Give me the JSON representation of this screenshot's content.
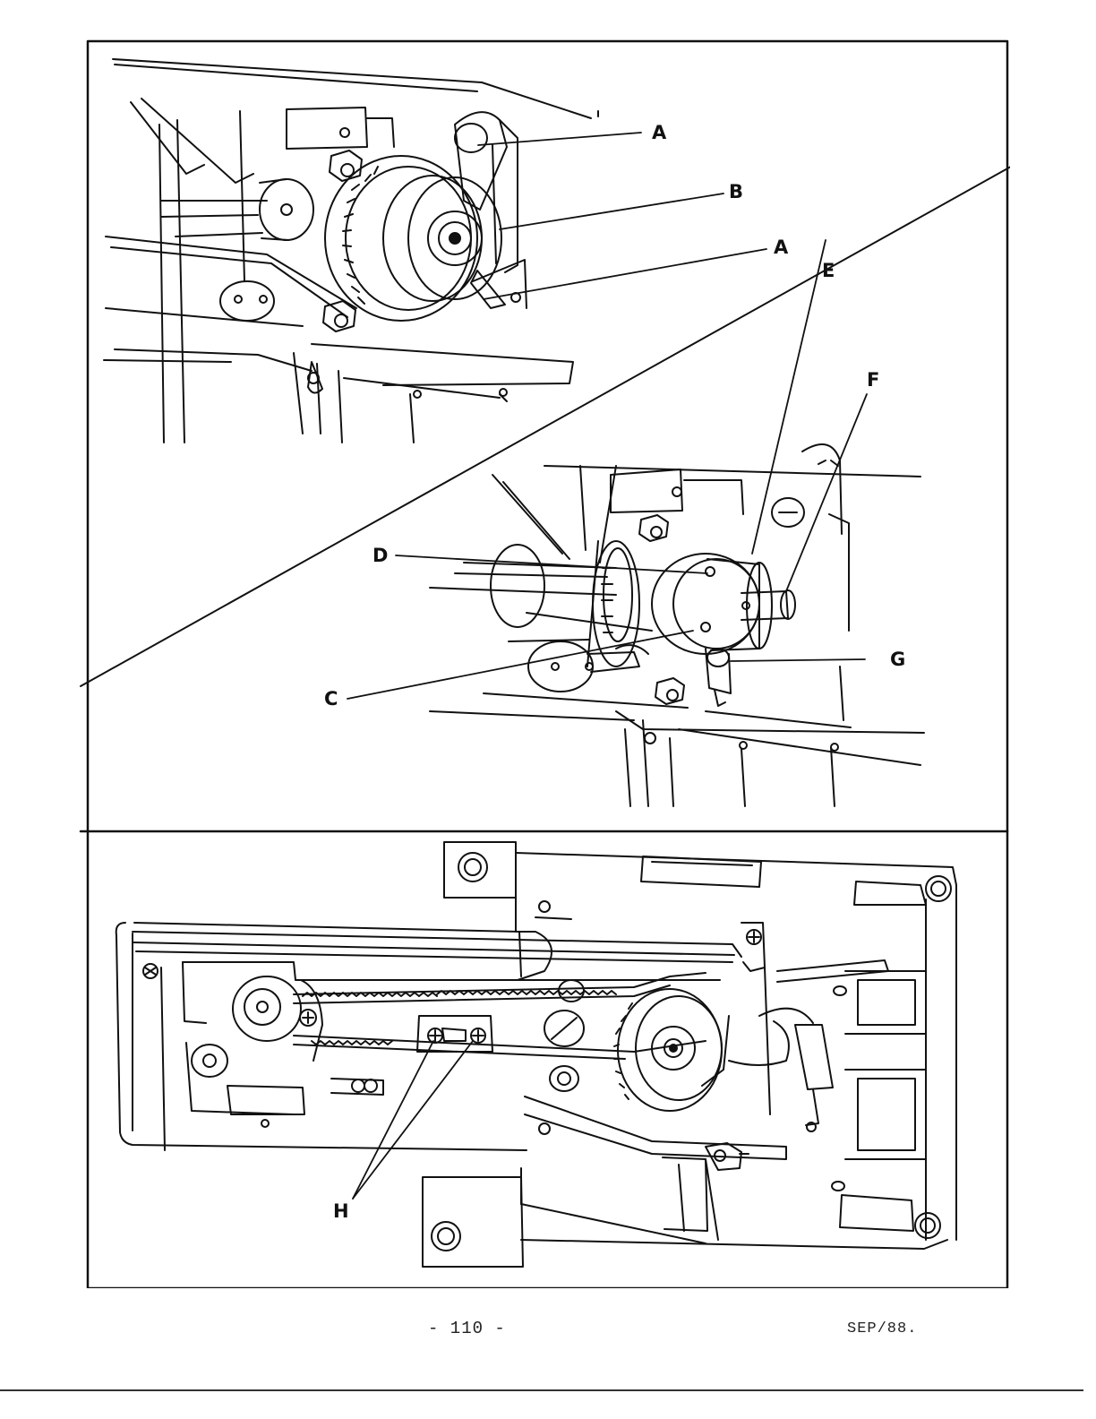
{
  "callouts": {
    "a_upper": "A",
    "b": "B",
    "a_lower": "A",
    "e": "E",
    "f": "F",
    "d": "D",
    "c": "C",
    "g": "G",
    "h": "H"
  },
  "footer": {
    "page_number": "- 110 -",
    "date": "SEP/88."
  },
  "colors": {
    "ink": "#111111",
    "paper": "#ffffff"
  }
}
